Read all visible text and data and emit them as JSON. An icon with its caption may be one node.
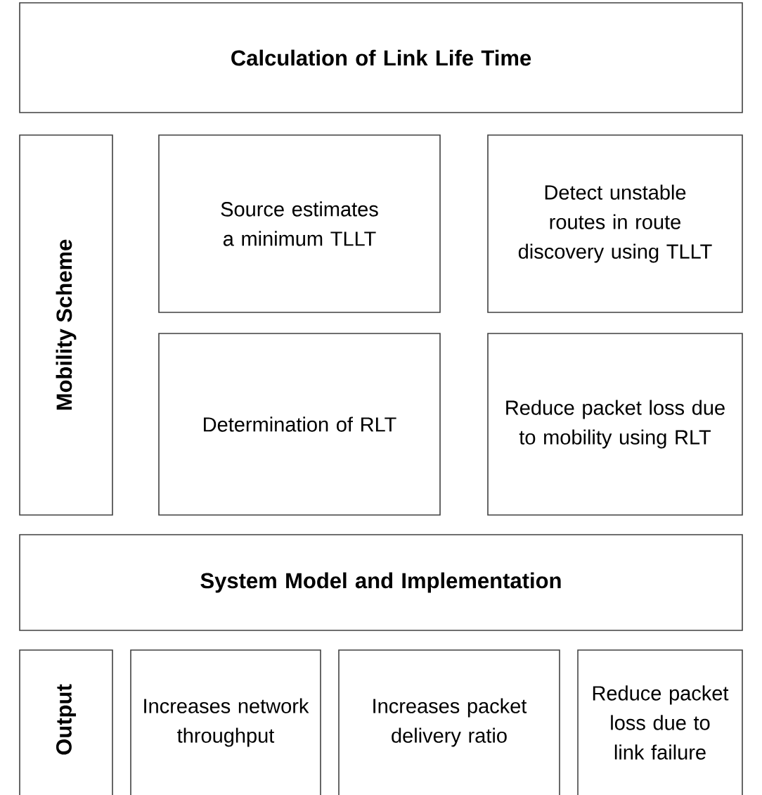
{
  "diagram": {
    "nodes": [
      {
        "text": [
          "Calculation of Link Life Time"
        ]
      },
      {
        "text": [
          "Mobility Scheme"
        ]
      },
      {
        "text": [
          "Source estimates a minimum TLLT"
        ]
      },
      {
        "text": [
          "Detect unstable routes in route discovery using TLLT"
        ]
      },
      {
        "text": [
          "Determination of RLT"
        ]
      },
      {
        "text": [
          "Reduce packet loss due to mobility using RLT"
        ]
      },
      {
        "text": [
          "System Model and Implementation"
        ]
      },
      {
        "text": [
          "Output"
        ]
      },
      {
        "text": [
          "Increases network throughput"
        ]
      },
      {
        "text": [
          "Increases packet delivery ratio"
        ]
      },
      {
        "text": [
          "Reduce packet loss due to link failure"
        ]
      }
    ]
  }
}
